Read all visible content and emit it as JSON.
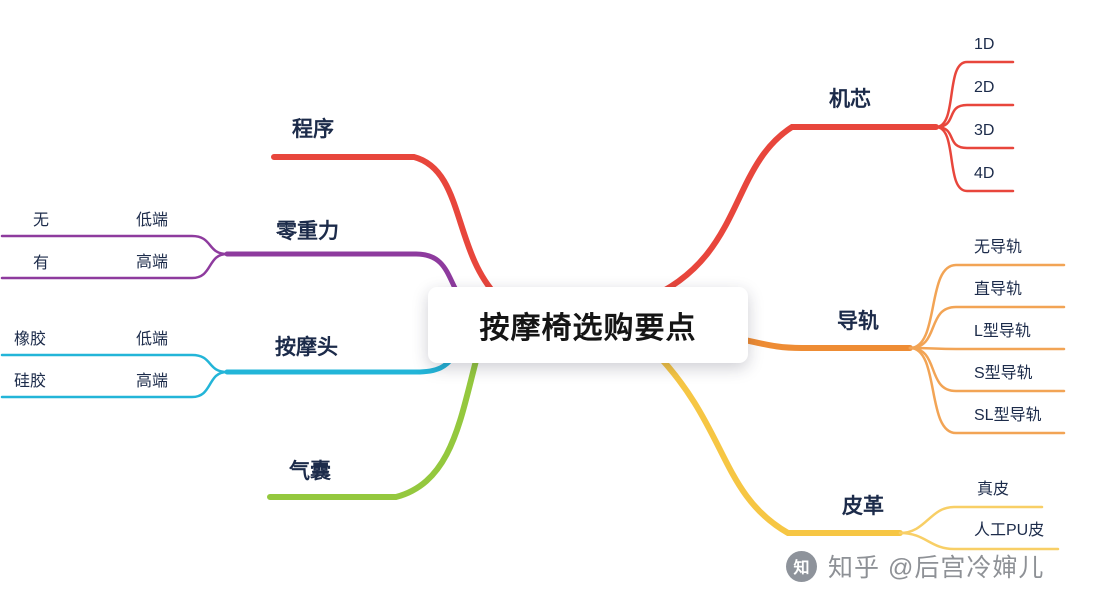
{
  "center": {
    "label": "按摩椅选购要点"
  },
  "branches": {
    "right": [
      {
        "label": "机芯",
        "children": [
          {
            "label": "1D"
          },
          {
            "label": "2D"
          },
          {
            "label": "3D"
          },
          {
            "label": "4D"
          }
        ]
      },
      {
        "label": "导轨",
        "children": [
          {
            "label": "无导轨"
          },
          {
            "label": "直导轨"
          },
          {
            "label": "L型导轨"
          },
          {
            "label": "S型导轨"
          },
          {
            "label": "SL型导轨"
          }
        ]
      },
      {
        "label": "皮革",
        "children": [
          {
            "label": "真皮"
          },
          {
            "label": "人工PU皮"
          }
        ]
      }
    ],
    "left": [
      {
        "label": "程序",
        "children": []
      },
      {
        "label": "零重力",
        "children": [
          {
            "label": "低端",
            "children": [
              {
                "label": "无"
              }
            ]
          },
          {
            "label": "高端",
            "children": [
              {
                "label": "有"
              }
            ]
          }
        ]
      },
      {
        "label": "按摩头",
        "children": [
          {
            "label": "低端",
            "children": [
              {
                "label": "橡胶"
              }
            ]
          },
          {
            "label": "高端",
            "children": [
              {
                "label": "硅胶"
              }
            ]
          }
        ]
      },
      {
        "label": "气囊",
        "children": []
      }
    ]
  },
  "colors": {
    "red": "#e8463c",
    "purple": "#8e3b9e",
    "cyan": "#23b5d8",
    "green": "#94c83e",
    "orange": "#ee8c34",
    "orange_light": "#f2a455",
    "yellow": "#f6c644",
    "yellow_light": "#f8cf66",
    "text_dark": "#1c2b4a"
  },
  "watermark": {
    "text": "知乎 @后宫冷婶儿",
    "icon": "zhihu-logo",
    "icon_glyph": "知"
  }
}
